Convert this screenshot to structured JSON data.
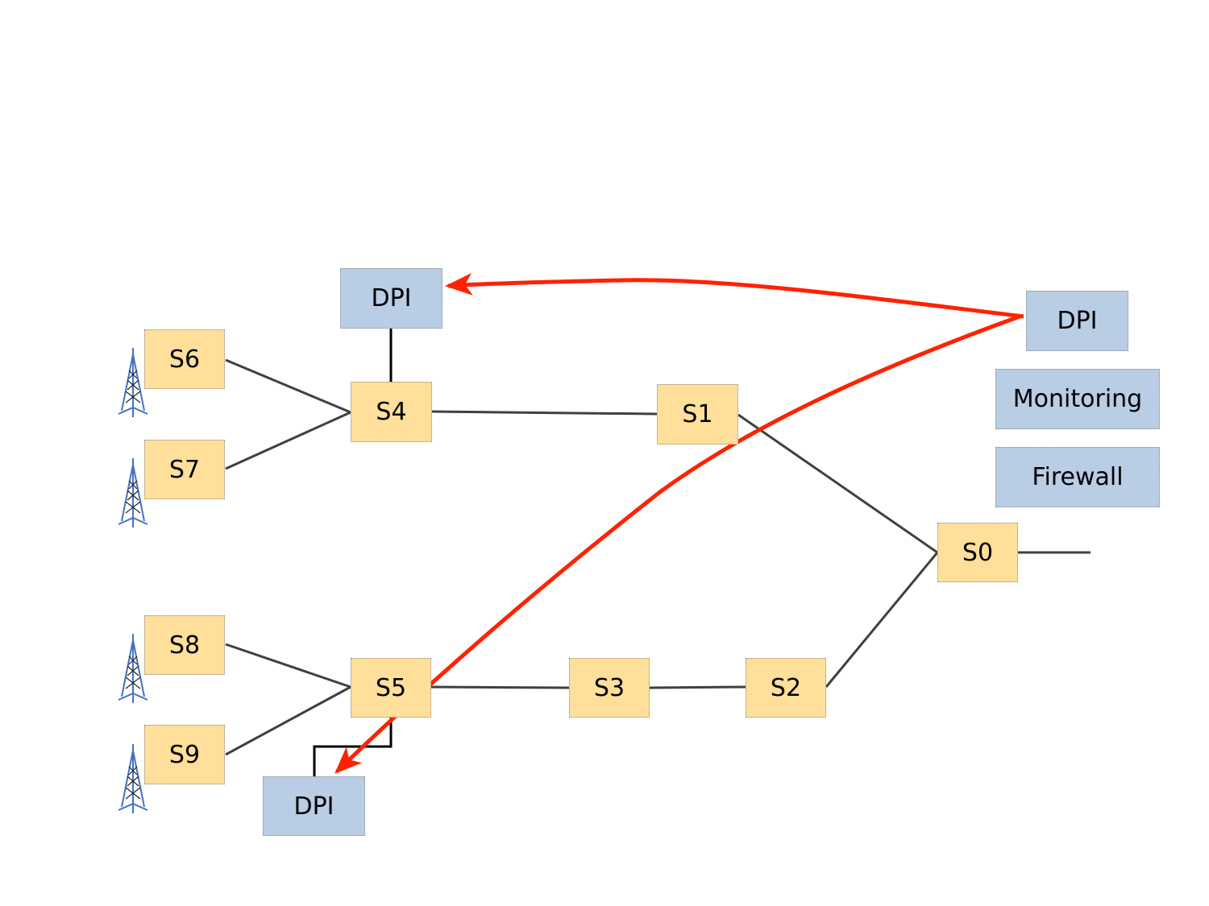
{
  "colors": {
    "switch": "#FFDF9A",
    "function": "#B9CDE5",
    "link": "#404040",
    "migration_arrow": "#FF2200"
  },
  "switches": {
    "s0": "S0",
    "s1": "S1",
    "s2": "S2",
    "s3": "S3",
    "s4": "S4",
    "s5": "S5",
    "s6": "S6",
    "s7": "S7",
    "s8": "S8",
    "s9": "S9"
  },
  "functions": {
    "dpi_top": "DPI",
    "dpi_right": "DPI",
    "dpi_bottom": "DPI",
    "monitoring": "Monitoring",
    "firewall": "Firewall"
  },
  "icons": {
    "tower": "cell-tower-icon"
  }
}
